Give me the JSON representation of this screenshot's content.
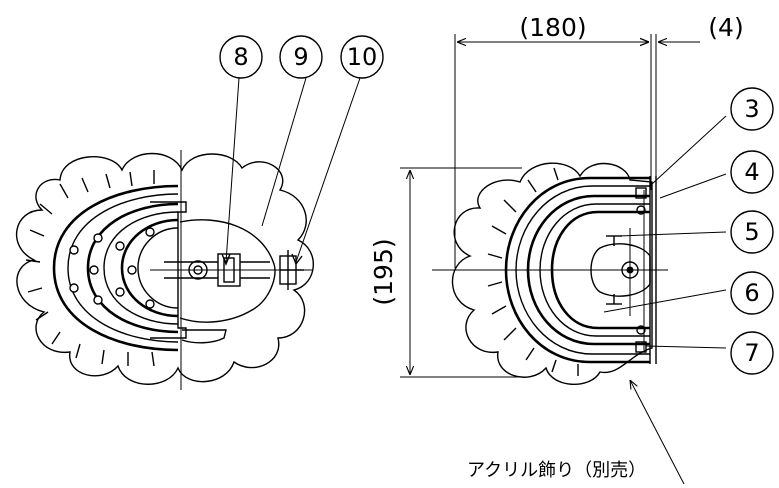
{
  "callouts": {
    "c3": "3",
    "c4": "4",
    "c5": "5",
    "c6": "6",
    "c7": "7",
    "c8": "8",
    "c9": "9",
    "c10": "10"
  },
  "dimensions": {
    "width": "(180)",
    "offset": "(4)",
    "height": "(195)"
  },
  "note": "アクリル飾り（別売）"
}
